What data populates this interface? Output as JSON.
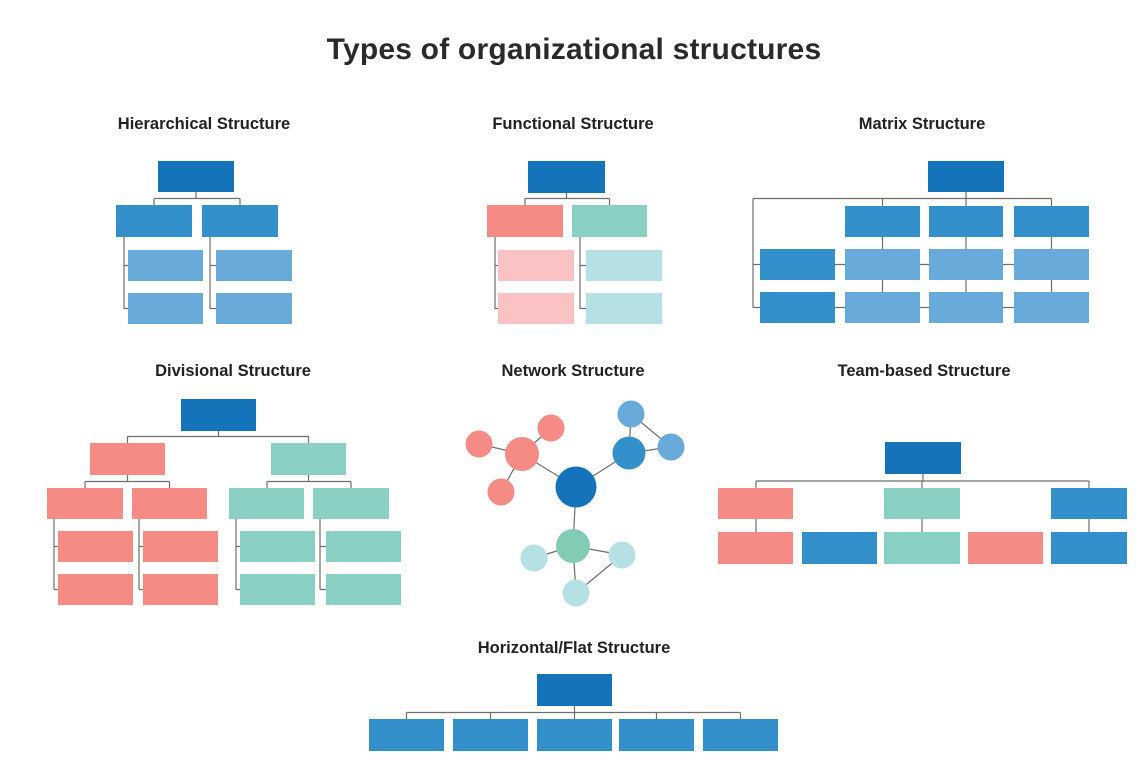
{
  "title": "Types of organizational structures",
  "diagrams": [
    {
      "id": "hierarchical",
      "label": "Hierarchical Structure"
    },
    {
      "id": "functional",
      "label": "Functional Structure"
    },
    {
      "id": "matrix",
      "label": "Matrix Structure"
    },
    {
      "id": "divisional",
      "label": "Divisional Structure"
    },
    {
      "id": "network",
      "label": "Network Structure"
    },
    {
      "id": "team_based",
      "label": "Team-based Structure"
    },
    {
      "id": "horizontal_flat",
      "label": "Horizontal/Flat Structure"
    }
  ],
  "palette": {
    "dark_blue": "#1573ba",
    "medium_blue": "#3390cb",
    "light_blue": "#68aad9",
    "salmon": "#f58b84",
    "pale_pink": "#fac2c3",
    "teal": "#8ad0c5",
    "teal_hub": "#82ccb6",
    "pale_teal": "#b6e1e4",
    "connector_gray": "#6e6e6e",
    "title_text": "#2a2a2a",
    "label_text": "#222222",
    "background": "#ffffff"
  }
}
